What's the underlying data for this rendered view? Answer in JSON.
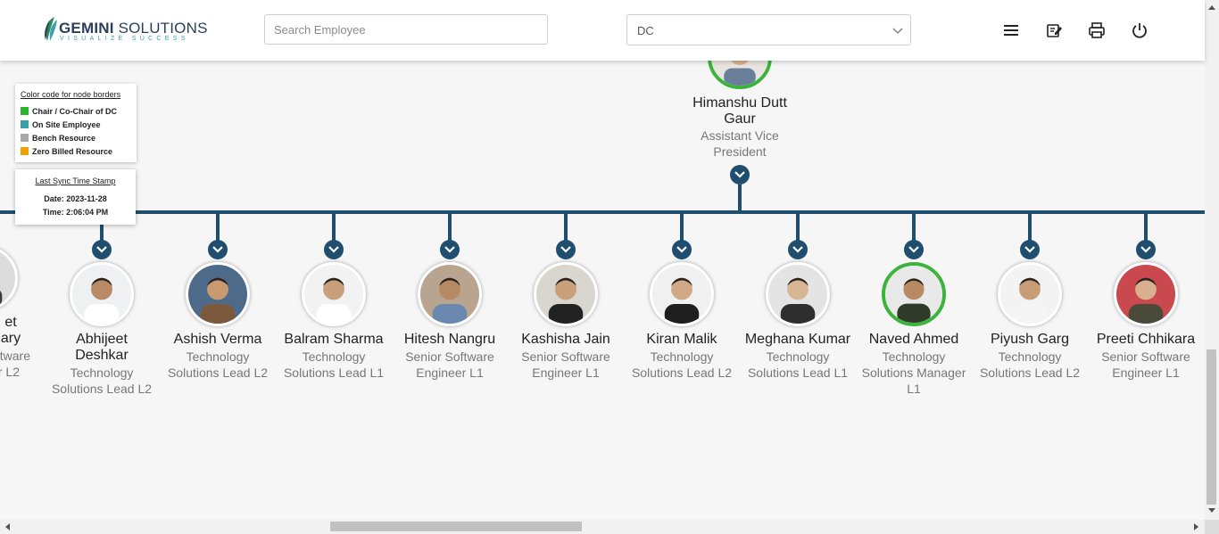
{
  "header": {
    "logo_main_bold": "GEMINI",
    "logo_main_rest": " SOLUTIONS",
    "logo_sub": "VISUALIZE SUCCESS",
    "search_placeholder": "Search Employee",
    "dc_select_value": "DC",
    "icons": [
      "menu-icon",
      "edit-note-icon",
      "print-icon",
      "power-icon"
    ]
  },
  "legend": {
    "heading": "Color code for node borders",
    "items": [
      {
        "label": "Chair / Co-Chair of DC",
        "color": "#2db32d"
      },
      {
        "label": "On Site Employee",
        "color": "#3aa0a8"
      },
      {
        "label": "Bench Resource",
        "color": "#a8a8a8"
      },
      {
        "label": "Zero Billed Resource",
        "color": "#f0a000"
      }
    ]
  },
  "sync": {
    "heading": "Last Sync Time Stamp",
    "date": "Date: 2023-11-28",
    "time": "Time: 2:06:04 PM"
  },
  "manager": {
    "name_line1": "Himanshu Dutt",
    "name_line2": "Gaur",
    "title_line1": "Assistant Vice",
    "title_line2": "President",
    "border": "#3cb43c"
  },
  "partial_employee": {
    "name_line1": "et",
    "name_line2": "ary",
    "title_line1": "tware",
    "title_line2": "r L2"
  },
  "employees": [
    {
      "name": [
        "Abhijeet",
        "Deshkar"
      ],
      "title": [
        "Technology",
        "Solutions Lead L2"
      ],
      "border": "normal"
    },
    {
      "name": [
        "Ashish Verma"
      ],
      "title": [
        "Technology",
        "Solutions Lead L2"
      ],
      "border": "normal"
    },
    {
      "name": [
        "Balram Sharma"
      ],
      "title": [
        "Technology",
        "Solutions Lead L1"
      ],
      "border": "normal"
    },
    {
      "name": [
        "Hitesh Nangru"
      ],
      "title": [
        "Senior Software",
        "Engineer L1"
      ],
      "border": "normal"
    },
    {
      "name": [
        "Kashisha Jain"
      ],
      "title": [
        "Senior Software",
        "Engineer L1"
      ],
      "border": "normal"
    },
    {
      "name": [
        "Kiran Malik"
      ],
      "title": [
        "Technology",
        "Solutions Lead L2"
      ],
      "border": "normal"
    },
    {
      "name": [
        "Meghana Kumar"
      ],
      "title": [
        "Technology",
        "Solutions Lead L1"
      ],
      "border": "normal"
    },
    {
      "name": [
        "Naved Ahmed"
      ],
      "title": [
        "Technology",
        "Solutions Manager",
        "L1"
      ],
      "border": "green"
    },
    {
      "name": [
        "Piyush Garg"
      ],
      "title": [
        "Technology",
        "Solutions Lead L2"
      ],
      "border": "normal"
    },
    {
      "name": [
        "Preeti Chhikara"
      ],
      "title": [
        "Senior Software",
        "Engineer L1"
      ],
      "border": "normal"
    }
  ]
}
